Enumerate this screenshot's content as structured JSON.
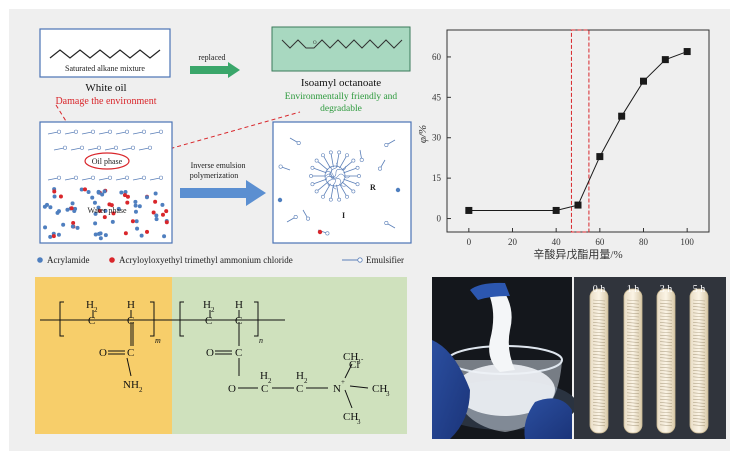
{
  "top_left": {
    "box_white_oil_label": "Saturated alkane mixture",
    "white_oil_title": "White oil",
    "white_oil_note": "Damage the environment",
    "arrow_label": "replaced",
    "isoamyl_title": "Isoamyl octanoate",
    "isoamyl_note_line1": "Environmentally friendly and",
    "isoamyl_note_line2": "degradable",
    "oil_phase": "Oil phase",
    "water_phase": "Water phase",
    "process_line1": "Inverse emulsion",
    "process_line2": "polymerization",
    "label_R": "R",
    "label_I": "I",
    "legend": {
      "acrylamide": "Acrylamide",
      "monomer": "Acryloyloxyethyl trimethyl ammonium chloride",
      "emulsifier": "Emulsifier"
    },
    "colors": {
      "acrylamide": "#4f7fbf",
      "monomer": "#d9262b",
      "emulsifier": "#5b7fb8",
      "note_red": "#d9262b",
      "note_green": "#2c9a3c",
      "arrow_green": "#3aa66a",
      "arrow_blue": "#5b8fd1"
    }
  },
  "chart_data": {
    "type": "line",
    "x": [
      0,
      40,
      50,
      60,
      70,
      80,
      90,
      100
    ],
    "y": [
      3,
      3,
      5,
      23,
      38,
      51,
      59,
      62
    ],
    "xlabel": "辛酸异戊酯用量/%",
    "ylabel": "φ/%",
    "xlim": [
      -10,
      110
    ],
    "ylim": [
      -5,
      70
    ],
    "xticks": [
      "0",
      "20",
      "40",
      "60",
      "80",
      "100"
    ],
    "yticks": [
      "0",
      "15",
      "30",
      "45",
      "60"
    ],
    "highlight_x_range": [
      47,
      55
    ],
    "marker": "square",
    "color": "#1a1a1a",
    "highlight_color": "#d9262b"
  },
  "structure": {
    "H2": "H",
    "H2_sub": "2",
    "C": "C",
    "H": "H",
    "m": "m",
    "n": "n",
    "O": "O",
    "N": "N",
    "NH2_sub": "2",
    "plus": "+",
    "Cl": "Cl",
    "minus": "-",
    "CH3_C": "CH",
    "CH3_sub": "3",
    "colors": {
      "left_bg": "#f7ce6a",
      "right_bg": "#cfe1bd"
    }
  },
  "photos": {
    "time_labels": [
      "0 h",
      "1 h",
      "3 h",
      "5 h"
    ]
  }
}
